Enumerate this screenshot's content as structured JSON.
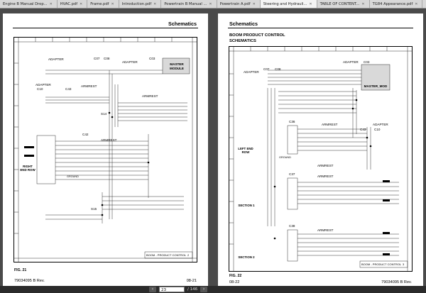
{
  "tabs": [
    {
      "label": "Engine B Manual Drop..."
    },
    {
      "label": "HVAC.pdf"
    },
    {
      "label": "Frame.pdf"
    },
    {
      "label": "Introduction.pdf"
    },
    {
      "label": "Powertrain B Manual ..."
    },
    {
      "label": "Powertrain A.pdf"
    },
    {
      "label": "Steering and Hydrauli..."
    },
    {
      "label": "TABLE OF CONTENT..."
    },
    {
      "label": "TG84 Appearance.pdf"
    }
  ],
  "left_page": {
    "header": "Schematics",
    "figure": "FIG. 21",
    "footer_left": "79034095 B Rev.",
    "footer_right": "08-21",
    "box_title": "BOOM - PRODUCT CONTROL",
    "box_page": "2",
    "labels": {
      "adapter1": "ADAPTER",
      "c07": "C07",
      "c08": "C08",
      "adapter2": "ADAPTER",
      "c03": "C03",
      "master": "MASTER MODULE",
      "adapter3": "ADAPTER",
      "c10": "C10",
      "c43": "C43",
      "armrest1": "ARMREST",
      "armrest2": "ARMREST",
      "s14": "S14",
      "c42": "C42",
      "armrest3": "ARMREST",
      "right_end": "RIGHT END ROW",
      "s15": "S15",
      "ground": "GROUND"
    }
  },
  "right_page": {
    "header": "Schematics",
    "title1": "BOOM PRODUCT CONTROL",
    "title2": "SCHEMATICS",
    "figure": "FIG. 22",
    "footer_left": "08-22",
    "footer_right": "79034095 B Rev.",
    "box_title": "BOOM - PRODUCT CONTROL",
    "box_page": "3",
    "labels": {
      "adapter1": "ADAPTER",
      "c03": "C03",
      "adapter2": "ADAPTER",
      "c07": "C07",
      "c08": "C08",
      "master": "MASTER_MOD",
      "c36": "C36",
      "armrest1": "ARMREST",
      "adapter3": "ADAPTER",
      "c43": "C43",
      "c10": "C10",
      "left_end": "LEFT END ROW",
      "armrest2": "ARMREST",
      "c37": "C37",
      "armrest3": "ARMREST",
      "section1": "SECTION 1",
      "c38": "C38",
      "armrest4": "ARMREST",
      "section2": "SECTION 2",
      "ground": "GROUND"
    }
  },
  "pager": {
    "current": "23",
    "total": "/ 146"
  }
}
